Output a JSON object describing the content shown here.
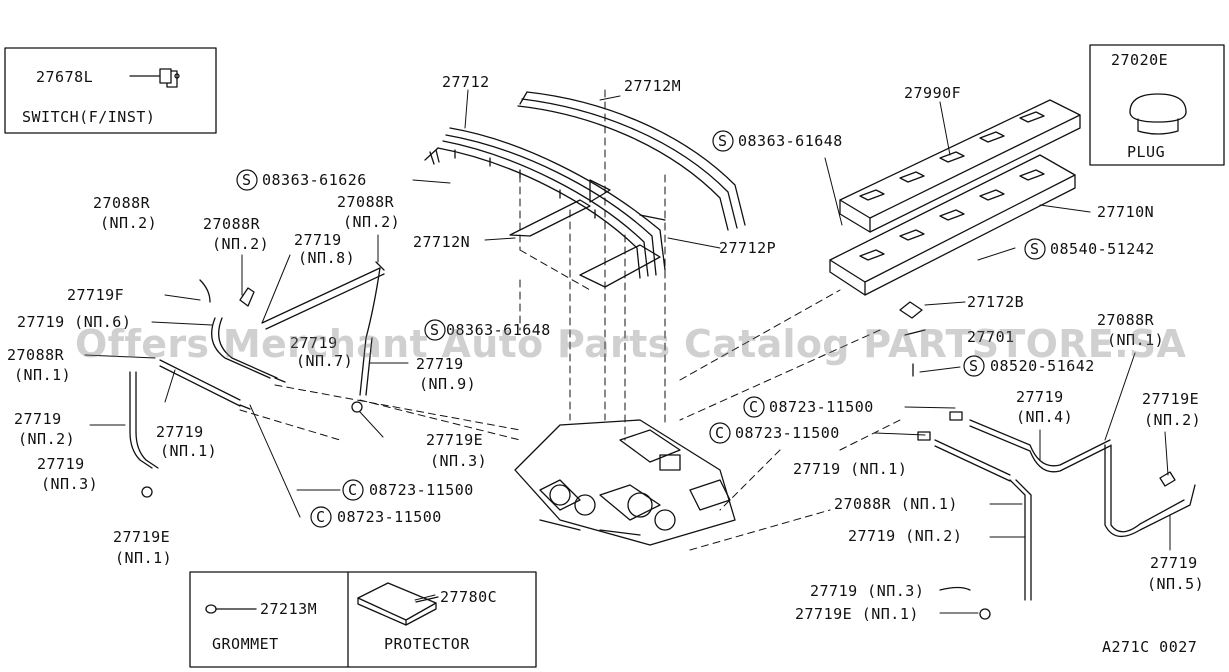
{
  "watermark": "Offers Merchant Auto Parts Catalog PARTSTORE.SA",
  "diagram_code": "A271C 0027",
  "legend": {
    "switch_part": "27678L",
    "switch_name": "SWITCH(F/INST)",
    "plug_part": "27020E",
    "plug_name": "PLUG",
    "grommet_part": "27213M",
    "grommet_name": "GROMMET",
    "protector_part": "27780C",
    "protector_name": "PROTECTOR"
  },
  "labels": {
    "p27712": "27712",
    "p27712m": "27712M",
    "p27990f": "27990F",
    "s08363_61648_a": "08363-61648",
    "s08363_61626": "08363-61626",
    "p27710n": "27710N",
    "p27712n": "27712N",
    "p27712p": "27712P",
    "s08540_51242": "08540-51242",
    "p27088r_a": "27088R",
    "no2_a": "(NΠ.2)",
    "p27088r_b": "27088R",
    "no2_b": "(NΠ.2)",
    "p27088r_c": "27088R",
    "no2_c": "(NΠ.2)",
    "p27719_no8_a": "27719",
    "p27719_no8_b": "(NΠ.8)",
    "p27719f": "27719F",
    "p27719_no6": "27719 (NΠ.6)",
    "s08363_61648_b": "08363-61648",
    "p27172b": "27172B",
    "p27701": "27701",
    "p27088r_d": "27088R",
    "no1_d": "(NΠ.1)",
    "p27088r_e": "27088R",
    "no1_e": "(NΠ.1)",
    "p27719_no7_a": "27719",
    "p27719_no7_b": "(NΠ.7)",
    "p27719_no9_a": "27719",
    "p27719_no9_b": "(NΠ.9)",
    "s08520_51642": "08520-51642",
    "p27719_no2_a": "27719",
    "p27719_no2_b": "(NΠ.2)",
    "p27719_no1_a": "27719",
    "p27719_no1_b": "(NΠ.1)",
    "c08723_11500_a": "08723-11500",
    "c08723_11500_b": "08723-11500",
    "p27719_no4_a": "27719",
    "p27719_no4_b": "(NΠ.4)",
    "p27719e_no2_a": "27719E",
    "p27719e_no2_b": "(NΠ.2)",
    "p27719e_no3_a": "27719E",
    "p27719e_no3_b": "(NΠ.3)",
    "p27719_no3_a": "27719",
    "p27719_no3_b": "(NΠ.3)",
    "p27719_no1_r": "27719 (NΠ.1)",
    "c08723_11500_c": "08723-11500",
    "p27088r_no1_r": "27088R (NΠ.1)",
    "c08723_11500_d": "08723-11500",
    "p27719e_no1_a": "27719E",
    "p27719e_no1_b": "(NΠ.1)",
    "p27719_no2_r": "27719 (NΠ.2)",
    "p27719_no5_a": "27719",
    "p27719_no5_b": "(NΠ.5)",
    "p27719_no3_r": "27719 (NΠ.3)",
    "p27719e_no1_r": "27719E (NΠ.1)"
  }
}
